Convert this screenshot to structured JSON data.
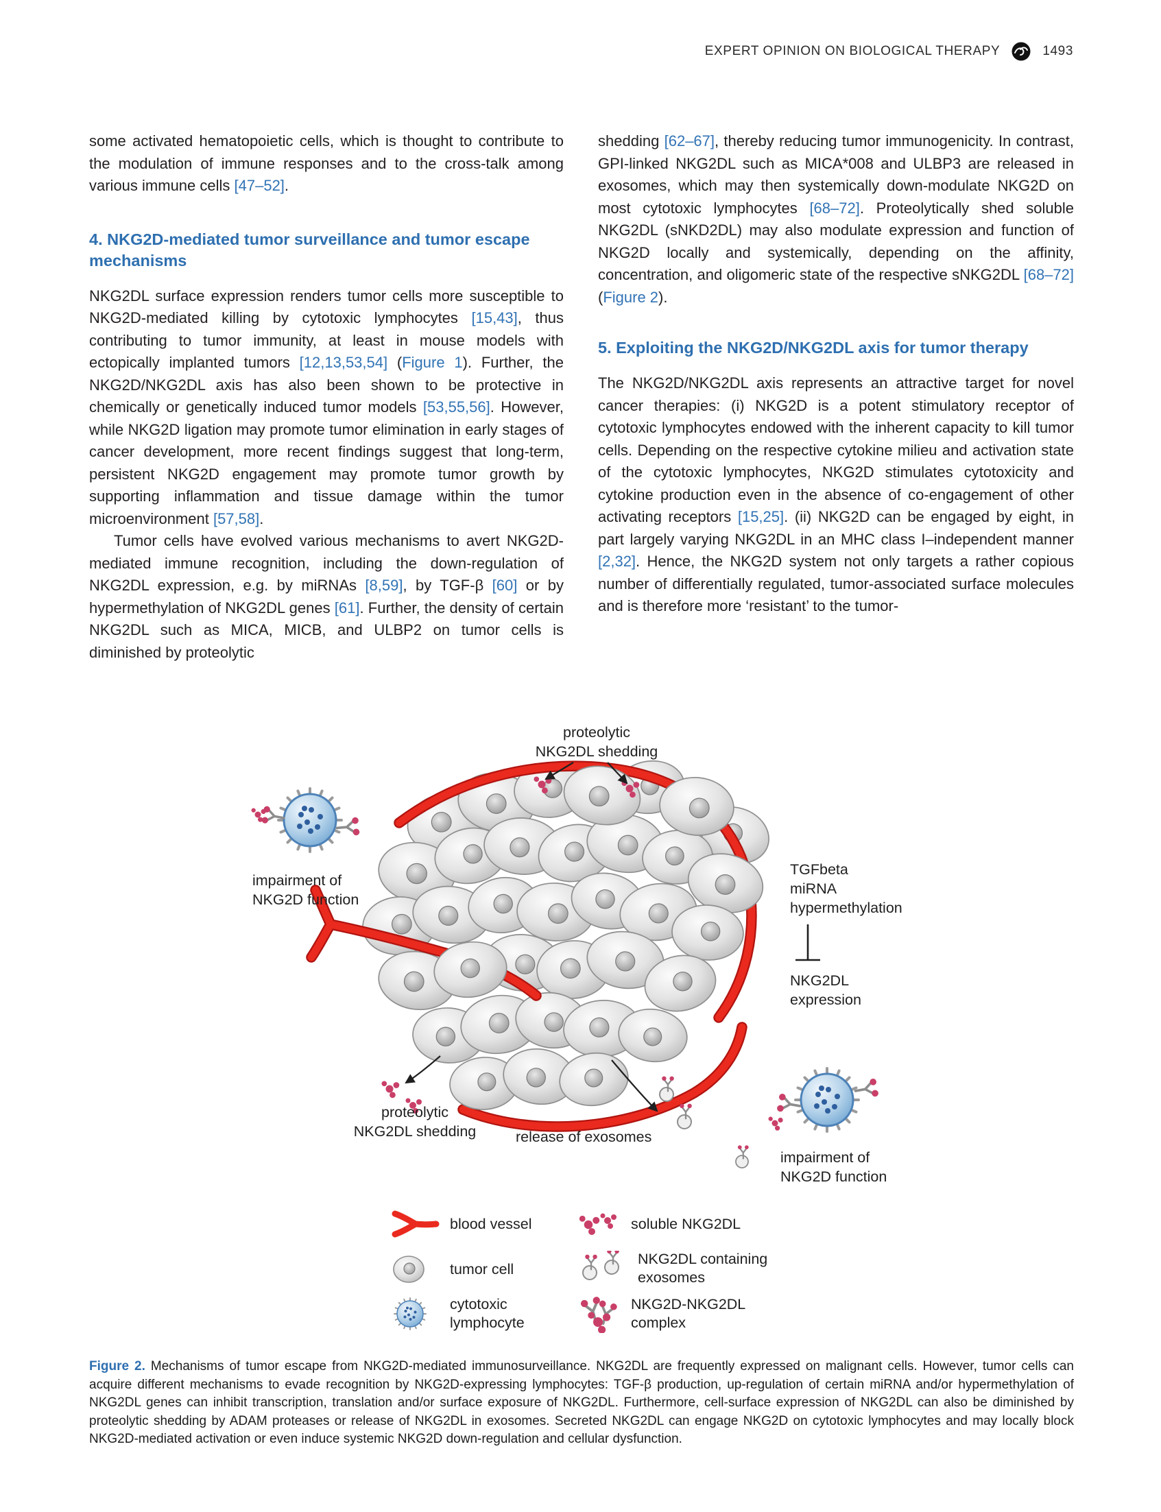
{
  "theme": {
    "accent-blue": "#2e6fb0",
    "cite-blue": "#3173b5",
    "vessel-red": "#ea2a1e",
    "nkg2dl-pink": "#c93f68",
    "lymphocyte-blue": "#76a9d4",
    "text-dark": "#231f20"
  },
  "header": {
    "journal": "EXPERT OPINION ON BIOLOGICAL THERAPY",
    "page_number": "1493"
  },
  "columns": {
    "left": {
      "para_intro": [
        {
          "t": "some activated hematopoietic cells, which is thought to contribute to the modulation of immune responses and to the cross-talk among various immune cells "
        },
        {
          "t": "[47–52]",
          "c": "cite"
        },
        {
          "t": "."
        }
      ],
      "heading_4": "4. NKG2D-mediated tumor surveillance and tumor escape mechanisms",
      "para_1": [
        {
          "t": "NKG2DL surface expression renders tumor cells more susceptible to NKG2D-mediated killing by cytotoxic lymphocytes "
        },
        {
          "t": "[15,43]",
          "c": "cite"
        },
        {
          "t": ", thus contributing to tumor immunity, at least in mouse models with ectopically implanted tumors "
        },
        {
          "t": "[12,13,53,54]",
          "c": "cite"
        },
        {
          "t": " ("
        },
        {
          "t": "Figure 1",
          "c": "cite"
        },
        {
          "t": "). Further, the NKG2D/NKG2DL axis has also been shown to be protective in chemically or genetically induced tumor models "
        },
        {
          "t": "[53,55,56]",
          "c": "cite"
        },
        {
          "t": ". However, while NKG2D ligation may promote tumor elimination in early stages of cancer development, more recent findings suggest that long-term, persistent NKG2D engagement may promote tumor growth by supporting inflammation and tissue damage within the tumor microenvironment "
        },
        {
          "t": "[57,58]",
          "c": "cite"
        },
        {
          "t": "."
        }
      ],
      "para_2": [
        {
          "t": "Tumor cells have evolved various mechanisms to avert NKG2D-mediated immune recognition, including the down-regulation of NKG2DL expression, e.g. by miRNAs "
        },
        {
          "t": "[8,59]",
          "c": "cite"
        },
        {
          "t": ", by TGF-β "
        },
        {
          "t": "[60]",
          "c": "cite"
        },
        {
          "t": " or by hypermethylation of NKG2DL genes "
        },
        {
          "t": "[61]",
          "c": "cite"
        },
        {
          "t": ". Further, the density of certain NKG2DL such as MICA, MICB, and ULBP2 on tumor cells is diminished by proteolytic"
        }
      ]
    },
    "right": {
      "para_1": [
        {
          "t": "shedding "
        },
        {
          "t": "[62–67]",
          "c": "cite"
        },
        {
          "t": ", thereby reducing tumor immunogenicity. In contrast, GPI-linked NKG2DL such as MICA*008 and ULBP3 are released in exosomes, which may then systemically down-modulate NKG2D on most cytotoxic lymphocytes "
        },
        {
          "t": "[68–72]",
          "c": "cite"
        },
        {
          "t": ". Proteolytically shed soluble NKG2DL (sNKD2DL) may also modulate expression and function of NKG2D locally and systemically, depending on the affinity, concentration, and oligomeric state of the respective sNKG2DL "
        },
        {
          "t": "[68–72]",
          "c": "cite"
        },
        {
          "t": " ("
        },
        {
          "t": "Figure 2",
          "c": "cite"
        },
        {
          "t": ")."
        }
      ],
      "heading_5": "5. Exploiting the NKG2D/NKG2DL axis for tumor therapy",
      "para_2": [
        {
          "t": "The NKG2D/NKG2DL axis represents an attractive target for novel cancer therapies: (i) NKG2D is a potent stimulatory receptor of cytotoxic lymphocytes endowed with the inherent capacity to kill tumor cells. Depending on the respective cytokine milieu and activation state of the cytotoxic lymphocytes, NKG2D stimulates cytotoxicity and cytokine production even in the absence of co-engagement of other activating receptors "
        },
        {
          "t": "[15,25]",
          "c": "cite"
        },
        {
          "t": ". (ii) NKG2D can be engaged by eight, in part largely varying NKG2DL in an MHC class I–independent manner "
        },
        {
          "t": "[2,32]",
          "c": "cite"
        },
        {
          "t": ". Hence, the NKG2D system not only targets a rather copious number of differentially regulated, tumor-associated surface molecules and is therefore more ‘resistant’ to the tumor-"
        }
      ]
    }
  },
  "figure": {
    "labels": {
      "shedding_top": "proteolytic\nNKG2DL shedding",
      "impairment_left": "impairment of\nNKG2D function",
      "tgfbeta": "TGFbeta\nmiRNA\nhypermethylation",
      "nkg2dl_expression": "NKG2DL\nexpression",
      "shedding_bottom": "proteolytic\nNKG2DL shedding",
      "release_exosomes": "release of exosomes",
      "impairment_right": "impairment of\nNKG2D function"
    },
    "legend": [
      {
        "key": "blood-vessel",
        "label": "blood vessel"
      },
      {
        "key": "tumor-cell",
        "label": "tumor cell"
      },
      {
        "key": "cytotoxic-lymphocyte",
        "label": "cytotoxic\nlymphocyte"
      },
      {
        "key": "soluble-nkg2dl",
        "label": "soluble NKG2DL"
      },
      {
        "key": "nkg2dl-exosomes",
        "label": "NKG2DL containing\nexosomes"
      },
      {
        "key": "nkg2d-complex",
        "label": "NKG2D-NKG2DL\ncomplex"
      }
    ]
  },
  "caption": [
    {
      "t": "Figure 2.",
      "c": "cap-fig"
    },
    {
      "t": " Mechanisms of tumor escape from NKG2D-mediated immunosurveillance. NKG2DL are frequently expressed on malignant cells. However, tumor cells can acquire different mechanisms to evade recognition by NKG2D-expressing lymphocytes: TGF-β production, up-regulation of certain miRNA and/or hypermethylation of NKG2DL genes can inhibit transcription, translation and/or surface exposure of NKG2DL. Furthermore, cell-surface expression of NKG2DL can also be diminished by proteolytic shedding by ADAM proteases or release of NKG2DL in exosomes. Secreted NKG2DL can engage NKG2D on cytotoxic lymphocytes and may locally block NKG2D-mediated activation or even induce systemic NKG2D down-regulation and cellular dysfunction."
    }
  ]
}
